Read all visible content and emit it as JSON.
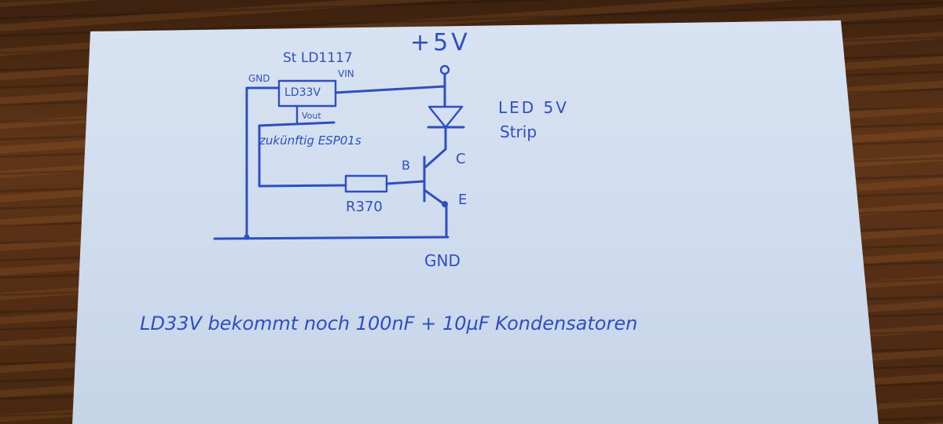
{
  "labels": {
    "supply": "+5V",
    "regulator_part": "St LD1117",
    "regulator_model": "LD33V",
    "gnd_pin": "GND",
    "vin_pin": "VIN",
    "vout_pin": "Vout",
    "future_note": "zukünftig ESP01s",
    "resistor": "R370",
    "base": "B",
    "collector": "C",
    "emitter": "E",
    "load": "LED 5V",
    "load_line2": "Strip",
    "ground": "GND",
    "footnote": "LD33V bekommt noch 100nF + 10µF Kondensatoren"
  },
  "colors": {
    "ink": "#2f4fc0",
    "paper": "#d2dfef",
    "table": "#5a3418"
  }
}
